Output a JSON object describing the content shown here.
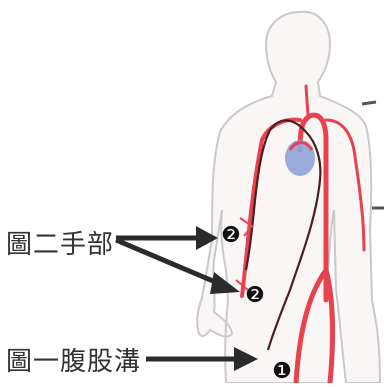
{
  "labels": {
    "figure2": "圖二手部",
    "figure1": "圖一腹股溝"
  },
  "markers": {
    "m1": "❶",
    "m2a": "❷",
    "m2b": "❷"
  },
  "colors": {
    "artery": "#e8424f",
    "vein_blue": "#8fa3d9",
    "outline": "#c9c9c9",
    "body_fill": "#fbf6f6",
    "arrow": "#2b2b2b",
    "catheter": "#4a1f1f"
  }
}
